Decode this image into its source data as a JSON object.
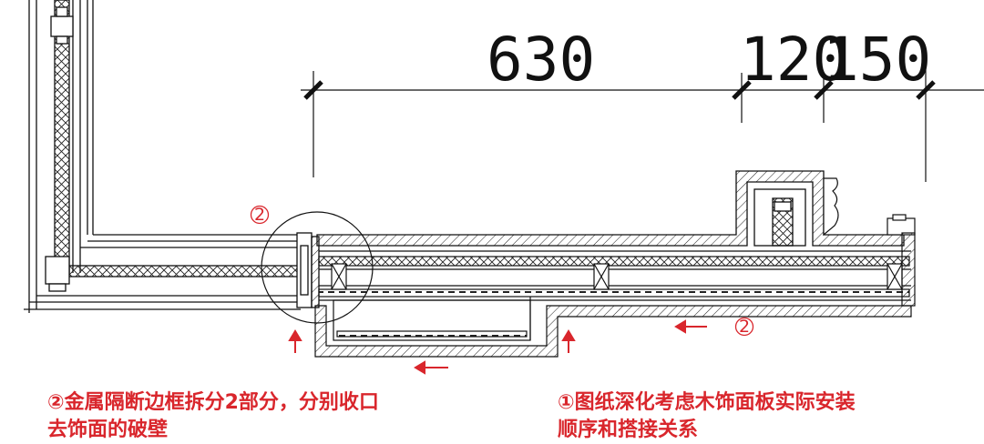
{
  "dimensions": [
    "630",
    "120",
    "150"
  ],
  "callouts": [
    "②",
    "②"
  ],
  "notes": {
    "left_line1": "②金属隔断边框拆分2部分，分别收口",
    "left_line2": "去饰面的破壁",
    "right_line1": "①图纸深化考虑木饰面板实际安装",
    "right_line2": "顺序和搭接关系"
  },
  "colors": {
    "line": "#111111",
    "accent": "#d9262c",
    "background": "#ffffff"
  },
  "icons": [
    "arrow-up-icon",
    "arrow-left-icon"
  ]
}
